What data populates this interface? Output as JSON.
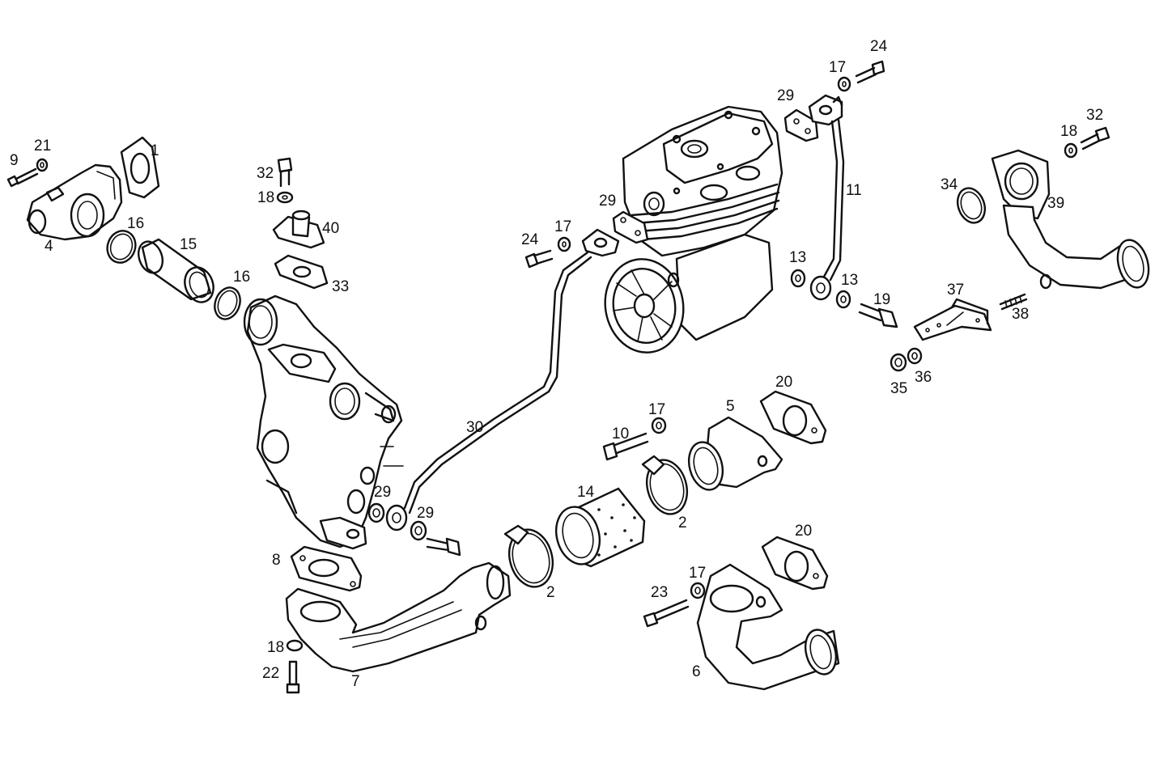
{
  "diagram": {
    "callouts": [
      {
        "id": "1",
        "text": "1"
      },
      {
        "id": "2a",
        "text": "2"
      },
      {
        "id": "2b",
        "text": "2"
      },
      {
        "id": "4",
        "text": "4"
      },
      {
        "id": "5",
        "text": "5"
      },
      {
        "id": "6",
        "text": "6"
      },
      {
        "id": "7",
        "text": "7"
      },
      {
        "id": "8",
        "text": "8"
      },
      {
        "id": "9",
        "text": "9"
      },
      {
        "id": "10",
        "text": "10"
      },
      {
        "id": "11",
        "text": "11"
      },
      {
        "id": "13a",
        "text": "13"
      },
      {
        "id": "13b",
        "text": "13"
      },
      {
        "id": "14",
        "text": "14"
      },
      {
        "id": "15",
        "text": "15"
      },
      {
        "id": "16a",
        "text": "16"
      },
      {
        "id": "16b",
        "text": "16"
      },
      {
        "id": "17a",
        "text": "17"
      },
      {
        "id": "17b",
        "text": "17"
      },
      {
        "id": "17c",
        "text": "17"
      },
      {
        "id": "17d",
        "text": "17"
      },
      {
        "id": "18a",
        "text": "18"
      },
      {
        "id": "18b",
        "text": "18"
      },
      {
        "id": "18c",
        "text": "18"
      },
      {
        "id": "19",
        "text": "19"
      },
      {
        "id": "20a",
        "text": "20"
      },
      {
        "id": "20b",
        "text": "20"
      },
      {
        "id": "21",
        "text": "21"
      },
      {
        "id": "22",
        "text": "22"
      },
      {
        "id": "23",
        "text": "23"
      },
      {
        "id": "24a",
        "text": "24"
      },
      {
        "id": "24b",
        "text": "24"
      },
      {
        "id": "29a",
        "text": "29"
      },
      {
        "id": "29b",
        "text": "29"
      },
      {
        "id": "29c",
        "text": "29"
      },
      {
        "id": "29d",
        "text": "29"
      },
      {
        "id": "30",
        "text": "30"
      },
      {
        "id": "32a",
        "text": "32"
      },
      {
        "id": "32b",
        "text": "32"
      },
      {
        "id": "33",
        "text": "33"
      },
      {
        "id": "34",
        "text": "34"
      },
      {
        "id": "35",
        "text": "35"
      },
      {
        "id": "36",
        "text": "36"
      },
      {
        "id": "37",
        "text": "37"
      },
      {
        "id": "38",
        "text": "38"
      },
      {
        "id": "39",
        "text": "39"
      },
      {
        "id": "40",
        "text": "40"
      }
    ]
  }
}
